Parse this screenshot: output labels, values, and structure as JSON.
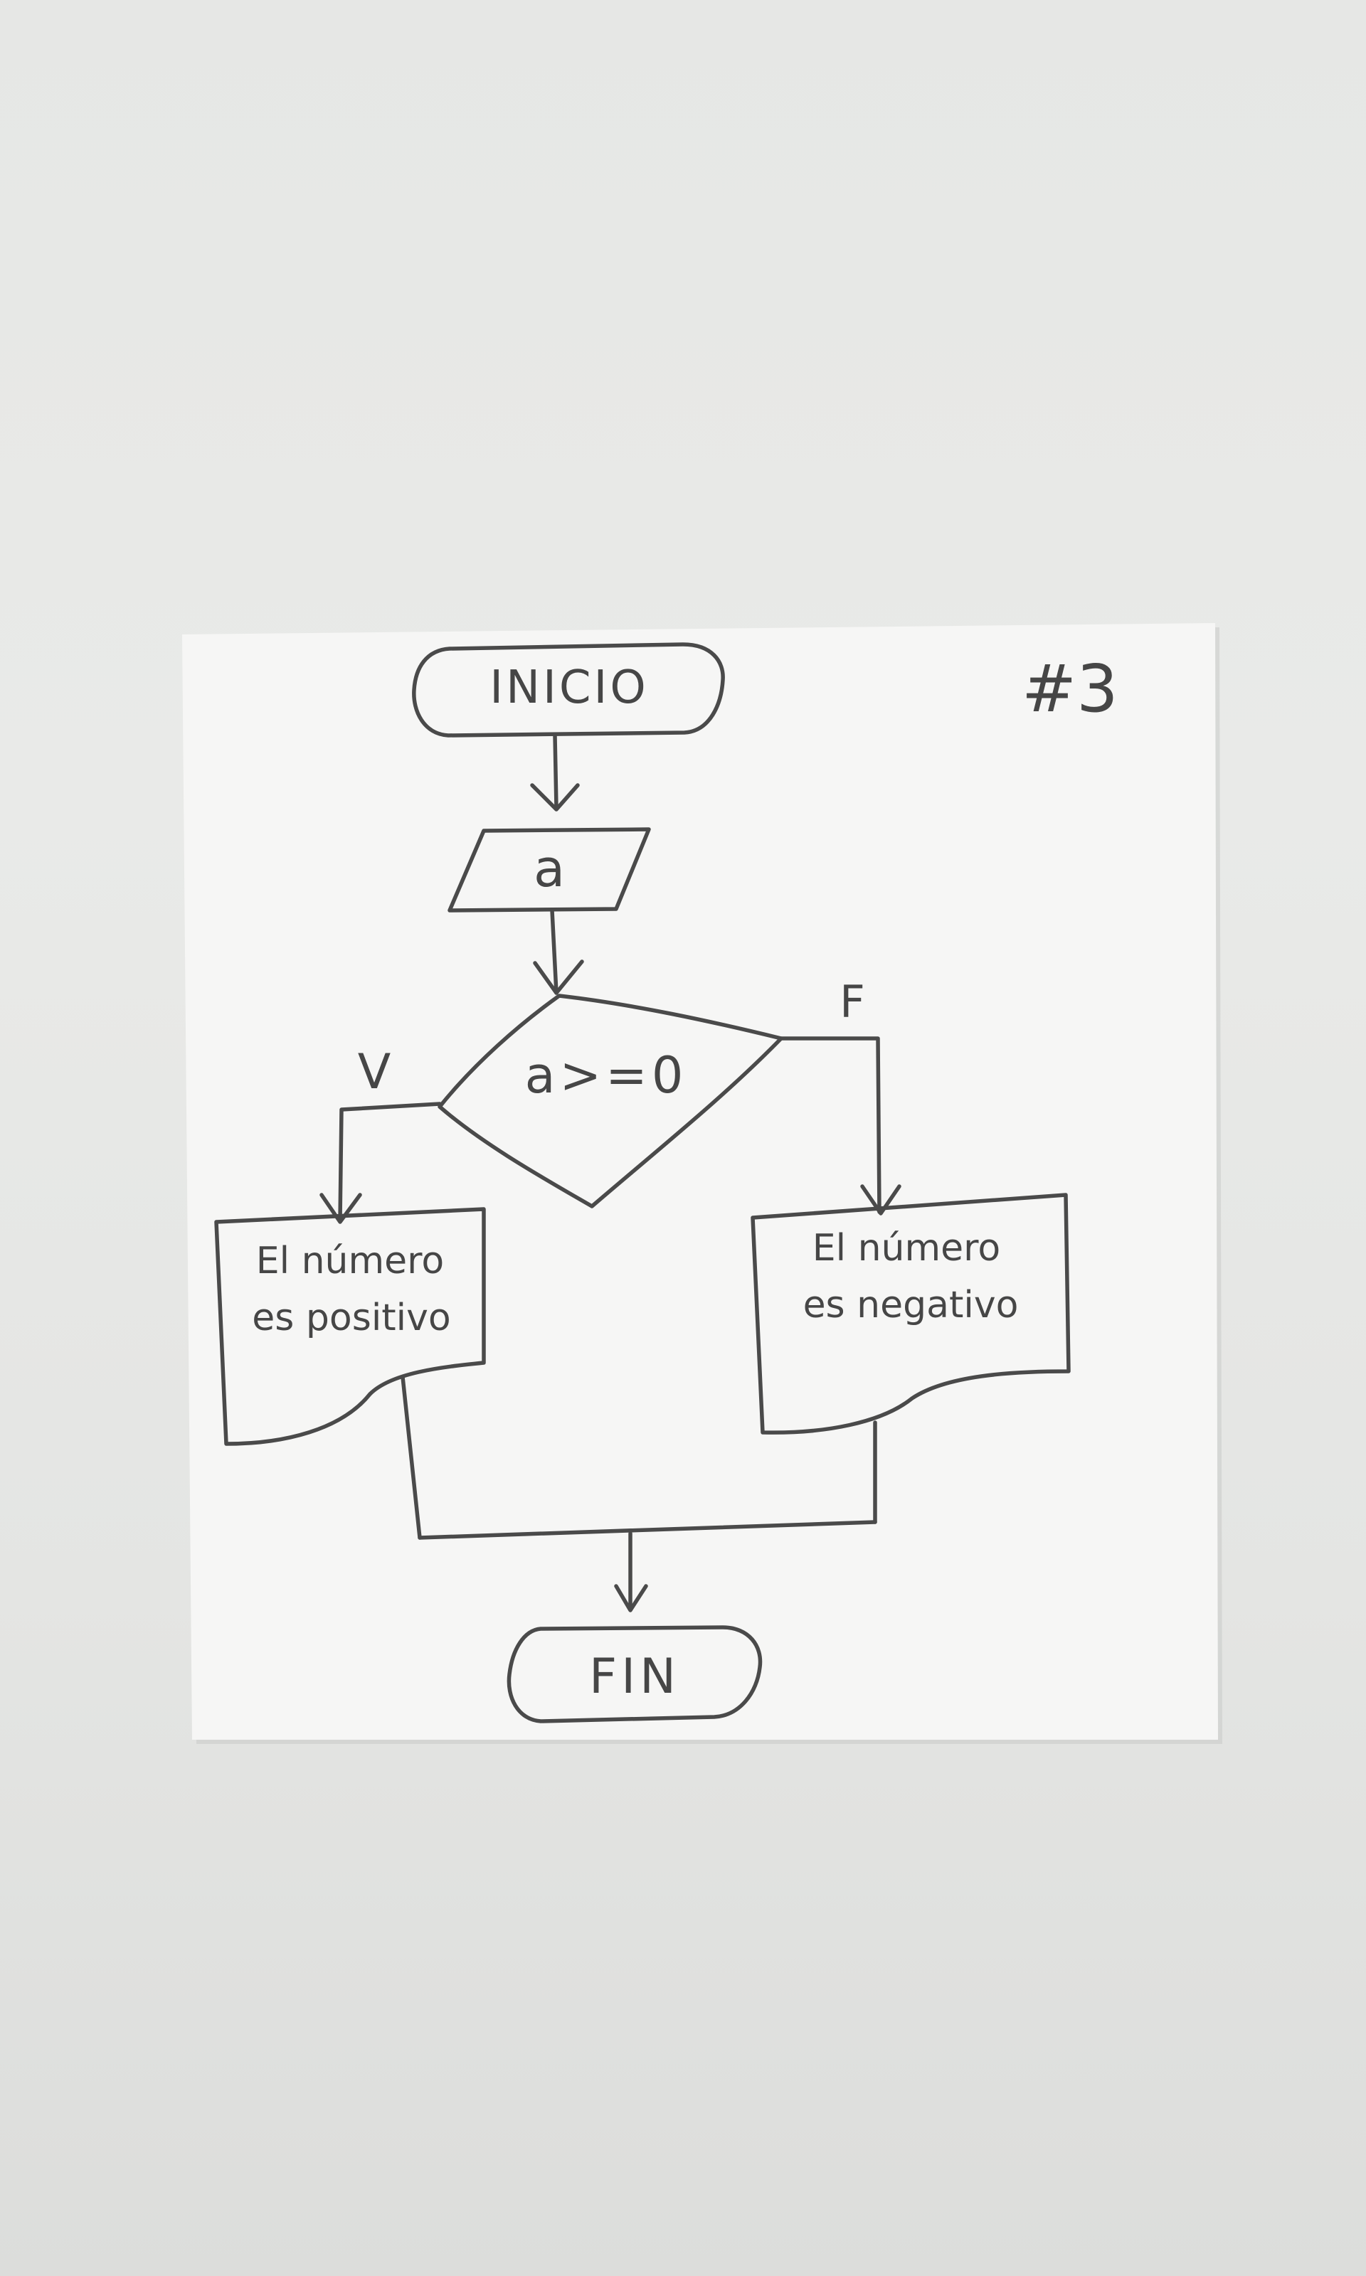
{
  "diagram": {
    "page_number": "#3",
    "nodes": {
      "start": {
        "label": "INICIO",
        "shape": "terminator"
      },
      "input": {
        "label": "a",
        "shape": "parallelogram"
      },
      "decision": {
        "label": "a>=0",
        "shape": "diamond"
      },
      "output_true": {
        "label_line1": "El número",
        "label_line2": "es positivo",
        "shape": "document"
      },
      "output_false": {
        "label_line1": "El número",
        "label_line2": "es negativo",
        "shape": "document"
      },
      "end": {
        "label": "FIN",
        "shape": "terminator"
      }
    },
    "branches": {
      "true_label": "V",
      "false_label": "F"
    }
  }
}
